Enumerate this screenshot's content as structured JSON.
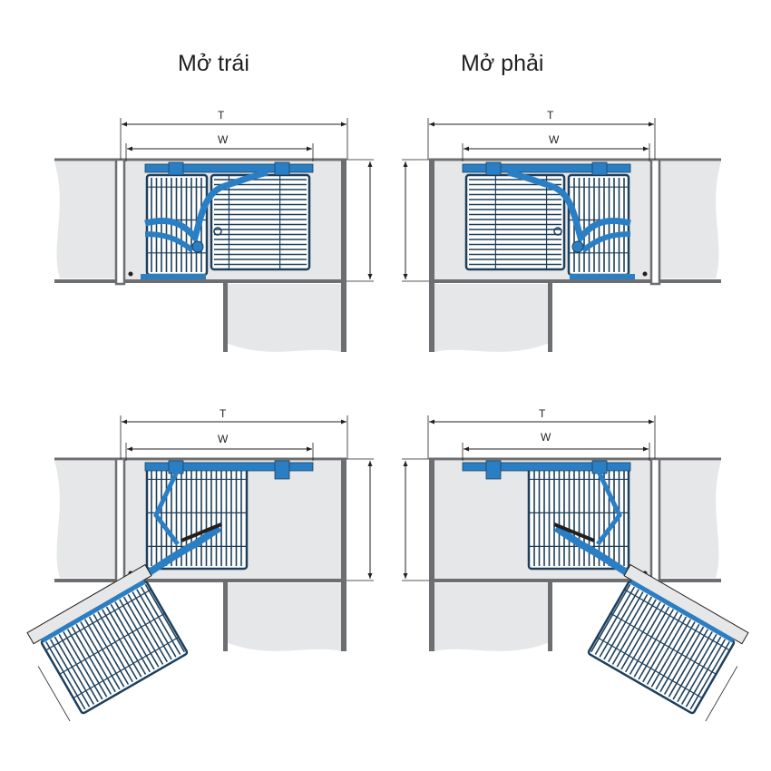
{
  "titles": {
    "left": "Mở trái",
    "right": "Mở phải"
  },
  "dimensions": {
    "total": "T",
    "width": "W"
  },
  "colors": {
    "wall": "#e6e7e8",
    "panel": "#6d6e71",
    "mechanism": "#2a7fc4",
    "basket": "#1d3f5c"
  }
}
